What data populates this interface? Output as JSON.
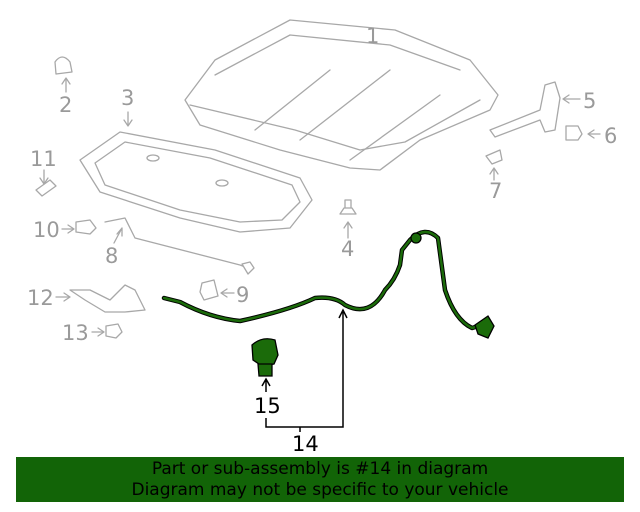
{
  "diagram": {
    "callouts": [
      {
        "id": "1",
        "label": "1"
      },
      {
        "id": "2",
        "label": "2"
      },
      {
        "id": "3",
        "label": "3"
      },
      {
        "id": "4",
        "label": "4"
      },
      {
        "id": "5",
        "label": "5"
      },
      {
        "id": "6",
        "label": "6"
      },
      {
        "id": "7",
        "label": "7"
      },
      {
        "id": "8",
        "label": "8"
      },
      {
        "id": "9",
        "label": "9"
      },
      {
        "id": "10",
        "label": "10"
      },
      {
        "id": "11",
        "label": "11"
      },
      {
        "id": "12",
        "label": "12"
      },
      {
        "id": "13",
        "label": "13"
      },
      {
        "id": "14",
        "label": "14"
      },
      {
        "id": "15",
        "label": "15"
      }
    ],
    "highlighted_part": "14",
    "highlight_color": "#1b6b0a",
    "muted_color": "#9a9a9a"
  },
  "banner": {
    "line1": "Part or sub-assembly is #14 in diagram",
    "line2": "Diagram may not be specific to your vehicle",
    "background": "#126407"
  }
}
